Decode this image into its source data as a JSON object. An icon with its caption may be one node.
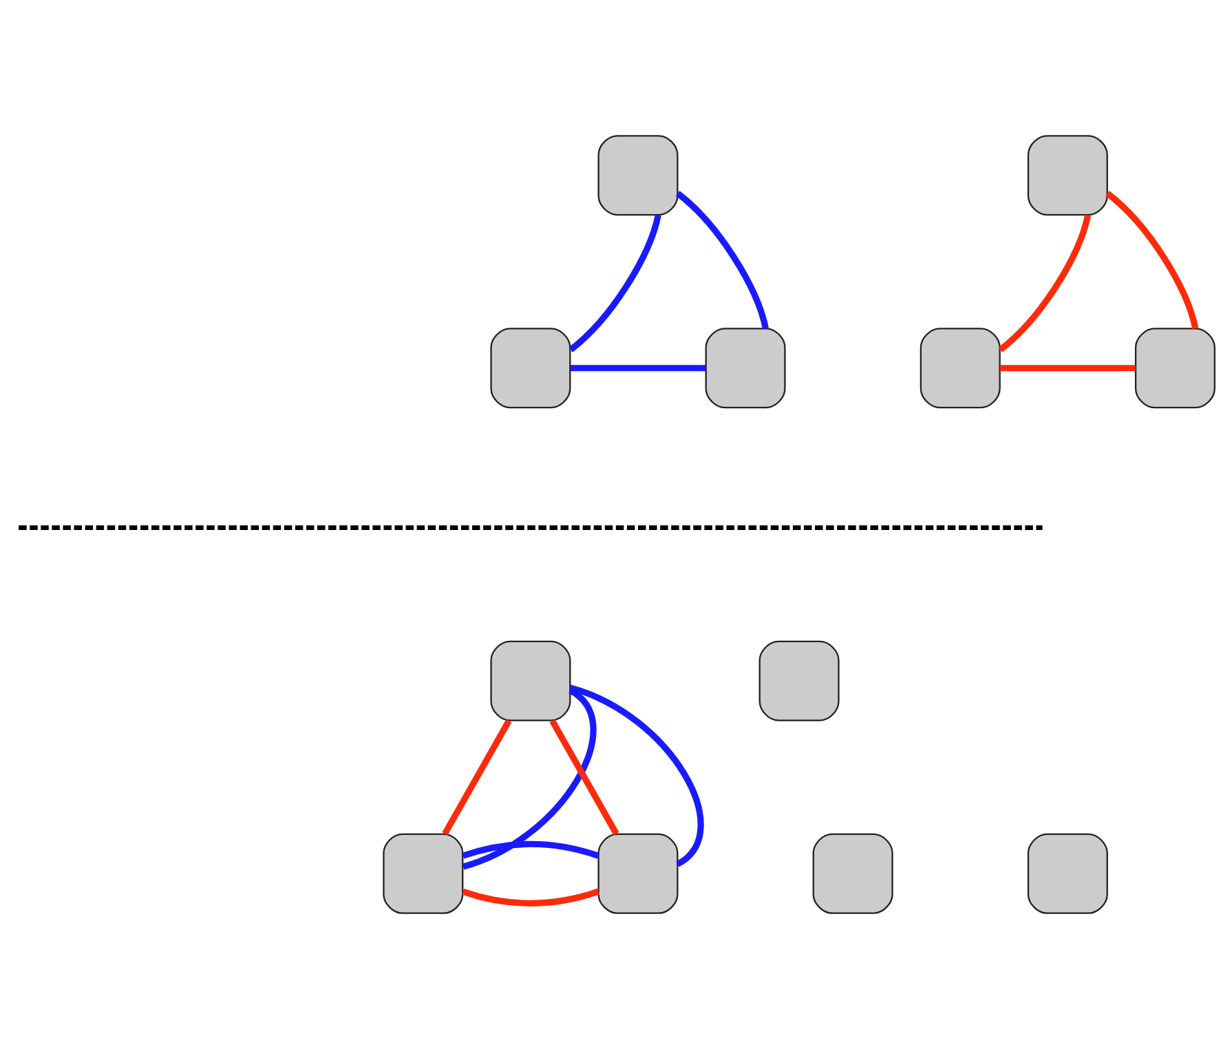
{
  "diagram": {
    "nodes": [
      {
        "text": [],
        "shape": "box"
      },
      {
        "text": [],
        "shape": "box"
      },
      {
        "text": [],
        "shape": "box"
      },
      {
        "text": [],
        "shape": "box"
      },
      {
        "text": [],
        "shape": "box"
      },
      {
        "text": [],
        "shape": "box"
      },
      {
        "text": [],
        "shape": "box"
      },
      {
        "text": [],
        "shape": "box"
      },
      {
        "text": [],
        "shape": "box"
      },
      {
        "text": [],
        "shape": "box"
      },
      {
        "text": [],
        "shape": "box"
      },
      {
        "text": [],
        "shape": "box"
      }
    ],
    "edges": [
      {
        "from": 0,
        "to": 1,
        "arrow": "none",
        "color": "#1a1aff"
      },
      {
        "from": 0,
        "to": 2,
        "arrow": "none",
        "color": "#1a1aff"
      },
      {
        "from": 1,
        "to": 2,
        "arrow": "none",
        "color": "#1a1aff"
      },
      {
        "from": 3,
        "to": 4,
        "arrow": "none",
        "color": "#ff2a0a"
      },
      {
        "from": 3,
        "to": 5,
        "arrow": "none",
        "color": "#ff2a0a"
      },
      {
        "from": 4,
        "to": 5,
        "arrow": "none",
        "color": "#ff2a0a"
      },
      {
        "from": 6,
        "to": 7,
        "arrow": "none",
        "color": "#ff2a0a"
      },
      {
        "from": 6,
        "to": 7,
        "arrow": "none",
        "color": "#1a1aff"
      },
      {
        "from": 6,
        "to": 8,
        "arrow": "none",
        "color": "#ff2a0a"
      },
      {
        "from": 6,
        "to": 8,
        "arrow": "none",
        "color": "#1a1aff"
      },
      {
        "from": 7,
        "to": 8,
        "arrow": "none",
        "color": "#ff2a0a"
      },
      {
        "from": 7,
        "to": 8,
        "arrow": "none",
        "color": "#1a1aff"
      }
    ]
  }
}
